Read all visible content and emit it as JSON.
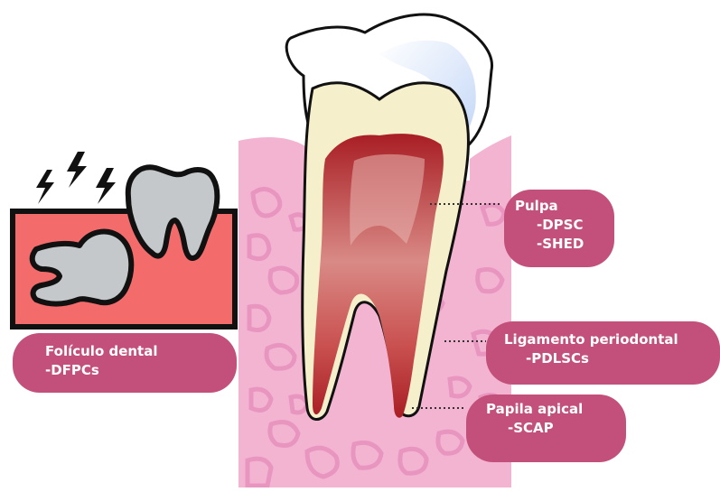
{
  "labels": {
    "folicle": {
      "title": "Folículo dental",
      "cells": "-DFPCs"
    },
    "pulp": {
      "title": "Pulpa",
      "cells": [
        "-DPSC",
        "-SHED"
      ]
    },
    "ligament": {
      "title": "Ligamento periodontal",
      "cells": "-PDLSCs"
    },
    "apical": {
      "title": "Papila apical",
      "cells": "-SCAP"
    }
  },
  "icons": [
    "pain-lightning-icon",
    "molar-tooth-icon",
    "impacted-tooth-icon",
    "tooth-cross-section-icon"
  ],
  "colors": {
    "label_bg": "#c2507a",
    "gum": "#f3b4d2",
    "jaw_box": "#f46b6b",
    "pulp": "#b3222a",
    "dentin": "#f5efcc",
    "enamel": "#ffffff",
    "tooth_icon": "#c4c8ca"
  }
}
